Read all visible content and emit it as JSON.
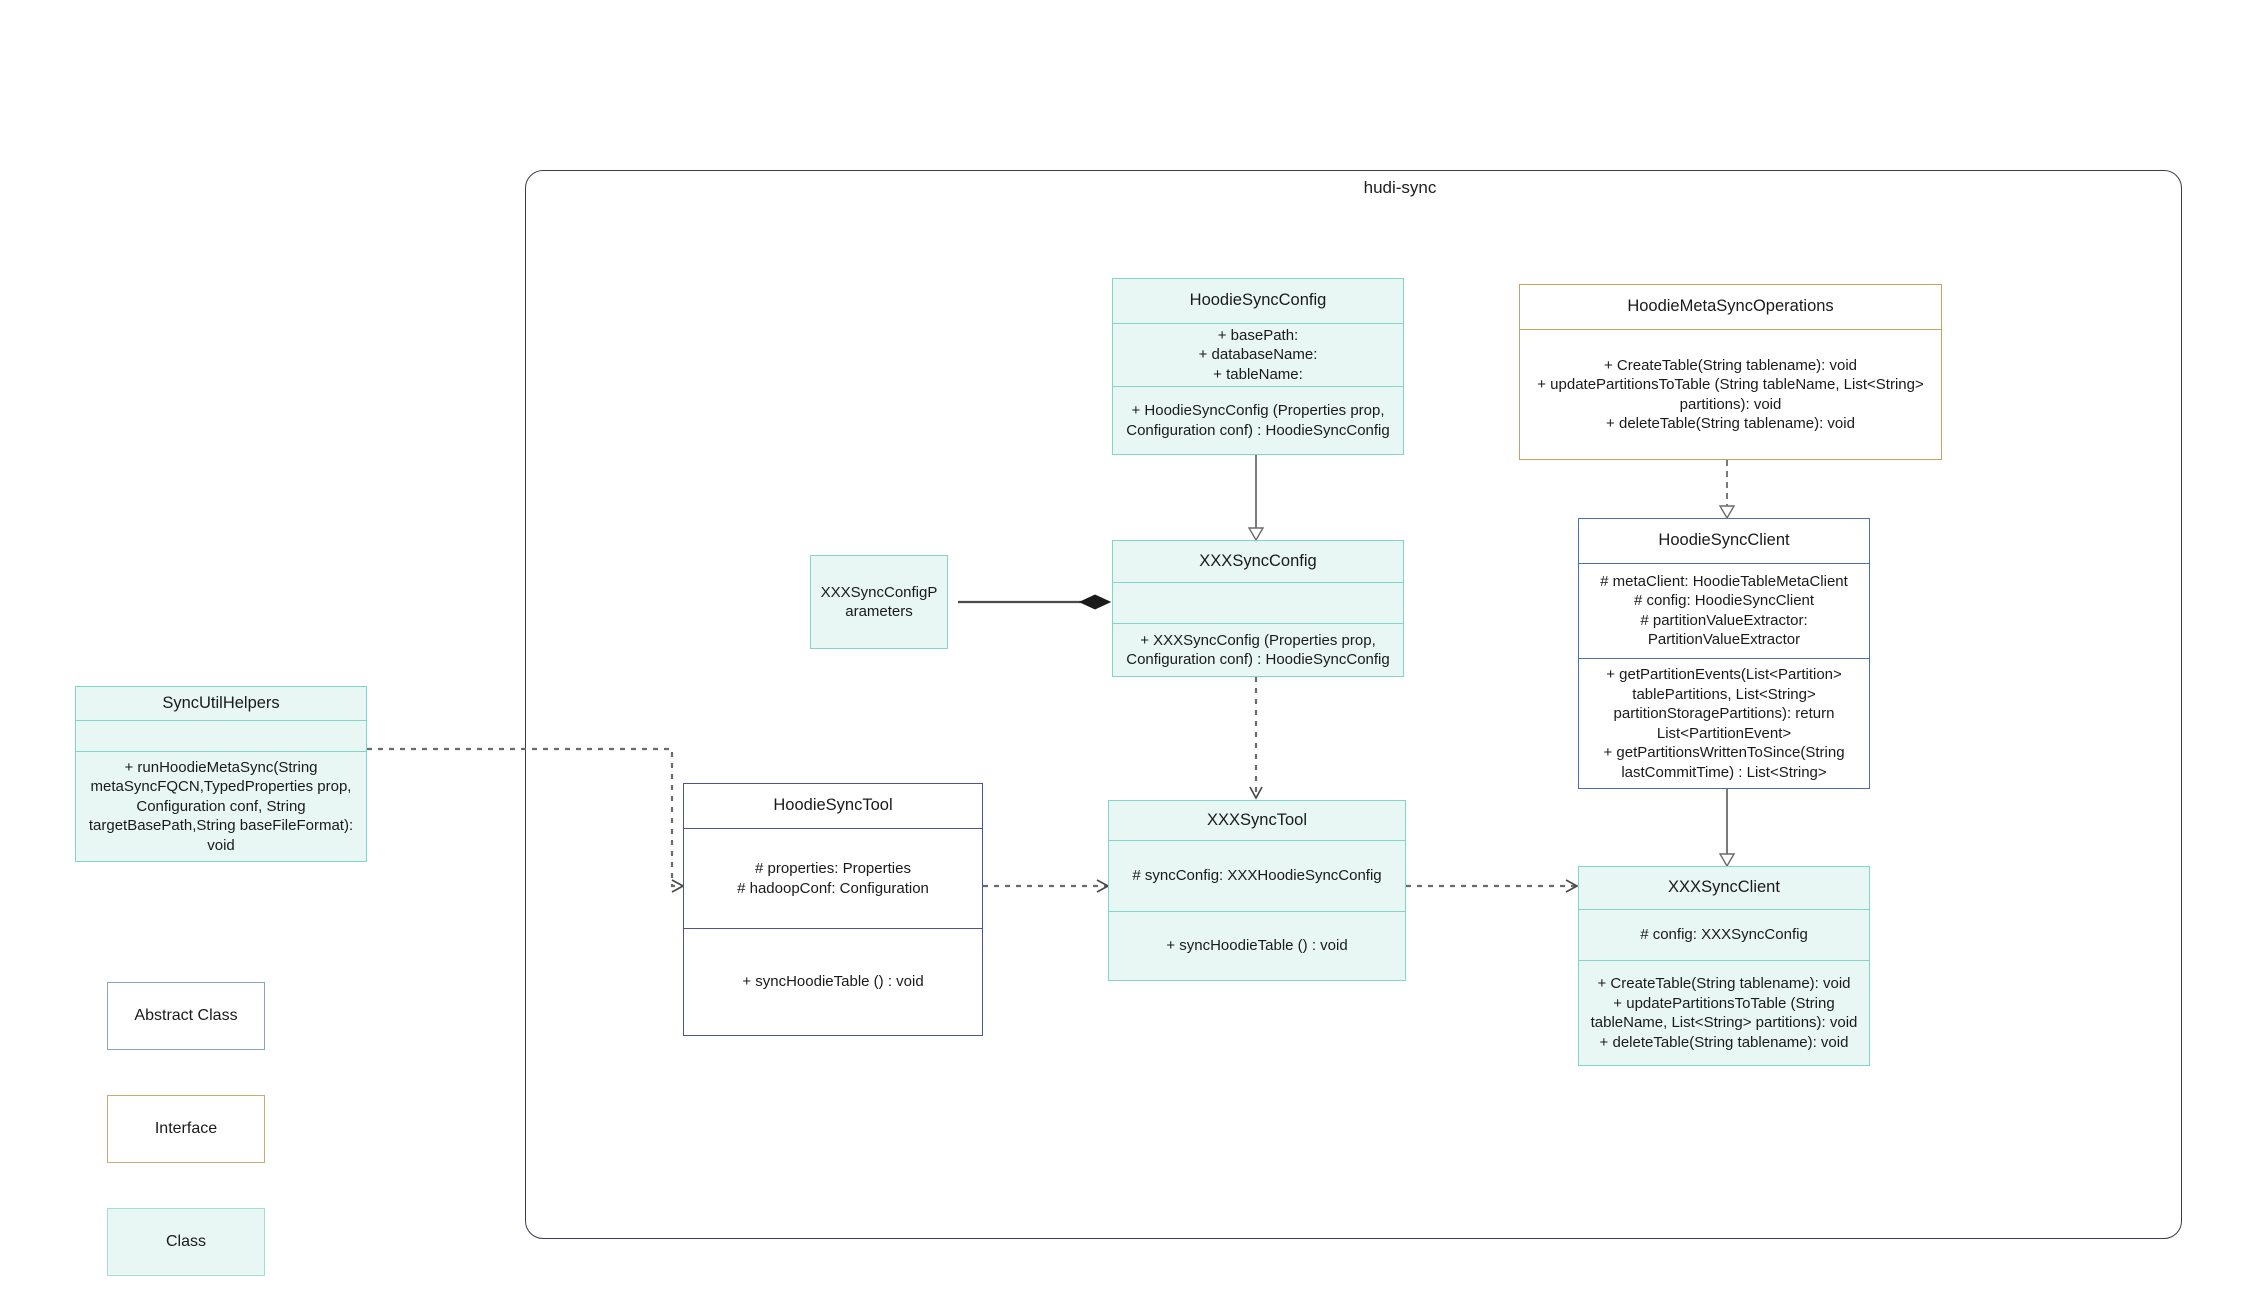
{
  "package": {
    "title": "hudi-sync"
  },
  "classes": {
    "hoodie_sync_config": {
      "name": "HoodieSyncConfig",
      "attributes": "+    basePath:\n+   databaseName:\n+    tableName:",
      "operations": "+    HoodieSyncConfig (Properties prop, Configuration conf) : HoodieSyncConfig"
    },
    "hoodie_meta_sync_operations": {
      "name": "HoodieMetaSyncOperations",
      "operations": "+    CreateTable(String tablename): void\n+    updatePartitionsToTable (String tableName, List<String> partitions): void\n+    deleteTable(String tablename): void"
    },
    "hoodie_sync_client": {
      "name": "HoodieSyncClient",
      "attributes": "#   metaClient: HoodieTableMetaClient\n#   config: HoodieSyncClient\n#    partitionValueExtractor: PartitionValueExtractor",
      "operations": "+    getPartitionEvents(List<Partition> tablePartitions, List<String> partitionStoragePartitions): return List<PartitionEvent>\n+   getPartitionsWrittenToSince(String lastCommitTime) : List<String>"
    },
    "xxx_sync_config": {
      "name": "XXXSyncConfig",
      "attributes": "",
      "operations": "+   XXXSyncConfig (Properties prop, Configuration conf) : HoodieSyncConfig"
    },
    "xxx_sync_config_parameters": {
      "name": "XXXSyncConfigParameters"
    },
    "sync_util_helpers": {
      "name": "SyncUtilHelpers",
      "attributes": "",
      "operations": "+    runHoodieMetaSync(String metaSyncFQCN,TypedProperties prop, Configuration conf, String targetBasePath,String baseFileFormat): void"
    },
    "hoodie_sync_tool": {
      "name": "HoodieSyncTool",
      "attributes": "#   properties: Properties\n#   hadoopConf: Configuration",
      "operations": "+    syncHoodieTable () : void"
    },
    "xxx_sync_tool": {
      "name": "XXXSyncTool",
      "attributes": "#   syncConfig: XXXHoodieSyncConfig",
      "operations": "+    syncHoodieTable () : void"
    },
    "xxx_sync_client": {
      "name": "XXXSyncClient",
      "attributes": "#    config: XXXSyncConfig",
      "operations": "+    CreateTable(String tablename): void\n+    updatePartitionsToTable (String tableName, List<String> partitions): void\n+    deleteTable(String tablename): void"
    }
  },
  "legend": {
    "abstract_class": "Abstract Class",
    "interface": "Interface",
    "class": "Class"
  },
  "colors": {
    "class_fill": "#e8f7f4",
    "class_border": "#7fd6c9",
    "abstract_border": "#4a5596",
    "interface_border": "#c9a063",
    "client_border": "#4a6fb5",
    "package_border": "#3b3b52",
    "connector": "#6b6b6b"
  }
}
